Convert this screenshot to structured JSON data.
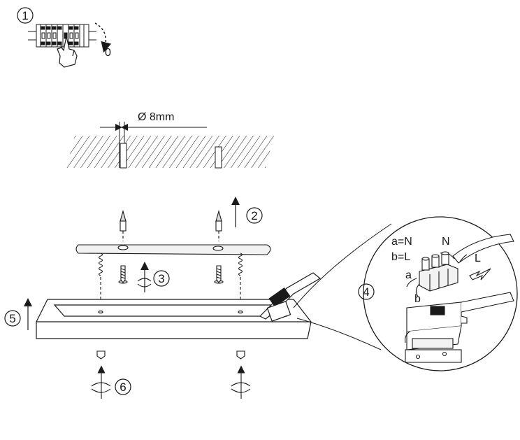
{
  "steps": {
    "s1": "1",
    "s2": "2",
    "s3": "3",
    "s4": "4",
    "s5": "5",
    "s6": "6"
  },
  "breaker": {
    "off_label": "0"
  },
  "drill": {
    "diameter_label": "Ø 8mm"
  },
  "wiring": {
    "legend_a": "a=N",
    "legend_b": "b=L",
    "wire_n": "N",
    "wire_l": "L",
    "term_a": "a",
    "term_b": "b"
  },
  "colors": {
    "line": "#1a1a1a",
    "fill_grey": "#d9d9d9",
    "fill_light": "#f2f2f2"
  },
  "icons": [
    "hand-icon",
    "rotate-arrow-icon",
    "up-arrow-icon"
  ]
}
